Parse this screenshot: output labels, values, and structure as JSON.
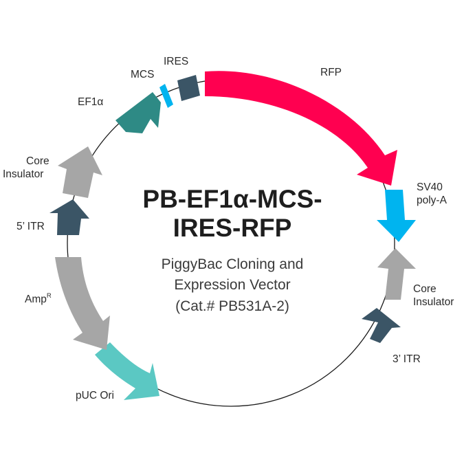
{
  "title": {
    "line1": "PB-EF1α-MCS-",
    "line2": "IRES-RFP"
  },
  "subtitle": {
    "line1": "PiggyBac Cloning and",
    "line2": "Expression Vector",
    "line3": "(Cat.# PB531A-2)"
  },
  "features": [
    {
      "id": "rfp",
      "label_lines": [
        "RFP"
      ],
      "color": "#ff0050",
      "type": "arrow"
    },
    {
      "id": "sv40",
      "label_lines": [
        "SV40",
        "poly-A"
      ],
      "color": "#00b4ef",
      "type": "arrow"
    },
    {
      "id": "core-insulator-right",
      "label_lines": [
        "Core",
        "Insulator"
      ],
      "color": "#a6a6a6",
      "type": "arrow"
    },
    {
      "id": "itr-3",
      "label_lines": [
        "3’ ITR"
      ],
      "color": "#3b5566",
      "type": "arrow"
    },
    {
      "id": "puc-ori",
      "label_lines": [
        "pUC Ori"
      ],
      "color": "#5bc8c3",
      "type": "arrow"
    },
    {
      "id": "amp",
      "label_main": "Amp",
      "label_sup": "R",
      "color": "#a6a6a6",
      "type": "arrow"
    },
    {
      "id": "itr-5",
      "label_lines": [
        "5’ ITR"
      ],
      "color": "#3b5566",
      "type": "arrow"
    },
    {
      "id": "core-insulator-left",
      "label_lines": [
        "Core",
        "Insulator"
      ],
      "color": "#a6a6a6",
      "type": "arrow"
    },
    {
      "id": "ef1a",
      "label_lines": [
        "EF1α"
      ],
      "color": "#2e8a85",
      "type": "arrow"
    },
    {
      "id": "mcs",
      "label_lines": [
        "MCS"
      ],
      "color": "#00b4ef",
      "type": "block"
    },
    {
      "id": "ires",
      "label_lines": [
        "IRES"
      ],
      "color": "#3b5566",
      "type": "block"
    }
  ],
  "colors": {
    "backbone": "#1a1a1a",
    "rfp": "#ff0050",
    "sv40": "#00b4ef",
    "mcs": "#00b4ef",
    "ires": "#3b5566",
    "itr": "#3b5566",
    "insulator": "#a6a6a6",
    "amp": "#a6a6a6",
    "ef1a": "#2e8a85",
    "puc": "#5bc8c3"
  }
}
